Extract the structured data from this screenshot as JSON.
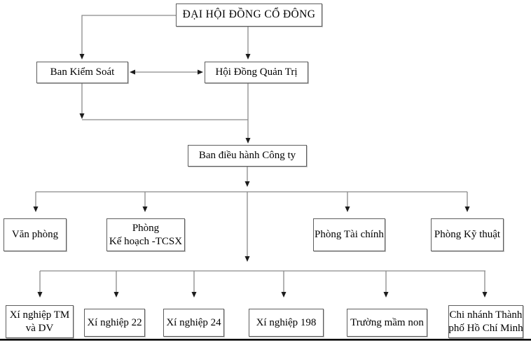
{
  "diagram": {
    "type": "org-chart",
    "language": "vi",
    "nodes": {
      "dai_hoi": {
        "id": "dai-hoi-dong-co-dong",
        "lines": [
          "ĐẠI HỘI ĐỒNG CỔ ĐÔNG"
        ]
      },
      "ban_kiem_soat": {
        "id": "ban-kiem-soat",
        "lines": [
          "Ban Kiểm Soát"
        ]
      },
      "hoi_dong": {
        "id": "hoi-dong-quan-tri",
        "lines": [
          "Hội Đồng Quản Trị"
        ]
      },
      "ban_dieu_hanh": {
        "id": "ban-dieu-hanh-cong-ty",
        "lines": [
          "Ban điều hành Công ty"
        ]
      },
      "van_phong": {
        "id": "van-phong",
        "lines": [
          "Văn phòng"
        ]
      },
      "ke_hoach": {
        "id": "phong-ke-hoach-tcsx",
        "lines": [
          "Phòng",
          "Kế hoạch -TCSX"
        ]
      },
      "tai_chinh": {
        "id": "phong-tai-chinh",
        "lines": [
          "Phòng Tài chính"
        ]
      },
      "ky_thuat": {
        "id": "phong-ky-thuat",
        "lines": [
          "Phòng Kỹ thuật"
        ]
      },
      "xn_tm_dv": {
        "id": "xi-nghiep-tm-va-dv",
        "lines": [
          "Xí nghiệp TM",
          "và DV"
        ]
      },
      "xn_22": {
        "id": "xi-nghiep-22",
        "lines": [
          "Xí nghiệp 22"
        ]
      },
      "xn_24": {
        "id": "xi-nghiep-24",
        "lines": [
          "Xí nghiệp 24"
        ]
      },
      "xn_198": {
        "id": "xi-nghiep-198",
        "lines": [
          "Xí nghiệp 198"
        ]
      },
      "mam_non": {
        "id": "truong-mam-non",
        "lines": [
          "Trường mầm non"
        ]
      },
      "chi_nhanh": {
        "id": "chi-nhanh-tp-hcm",
        "lines": [
          "Chi nhánh Thành",
          "phố Hồ Chí Minh"
        ]
      }
    },
    "edges": [
      {
        "from": "dai_hoi",
        "to": "ban_kiem_soat",
        "type": "arrow"
      },
      {
        "from": "dai_hoi",
        "to": "hoi_dong",
        "type": "arrow"
      },
      {
        "from": "ban_kiem_soat",
        "to": "hoi_dong",
        "type": "double-arrow"
      },
      {
        "from": "ban_kiem_soat",
        "to": "ban_dieu_hanh",
        "type": "arrow"
      },
      {
        "from": "hoi_dong",
        "to": "ban_dieu_hanh",
        "type": "arrow"
      },
      {
        "from": "ban_dieu_hanh",
        "to": "van_phong",
        "type": "arrow"
      },
      {
        "from": "ban_dieu_hanh",
        "to": "ke_hoach",
        "type": "arrow"
      },
      {
        "from": "ban_dieu_hanh",
        "to": "tai_chinh",
        "type": "arrow"
      },
      {
        "from": "ban_dieu_hanh",
        "to": "ky_thuat",
        "type": "arrow"
      },
      {
        "from": "ban_dieu_hanh",
        "to": "xn_tm_dv",
        "type": "arrow"
      },
      {
        "from": "ban_dieu_hanh",
        "to": "xn_22",
        "type": "arrow"
      },
      {
        "from": "ban_dieu_hanh",
        "to": "xn_24",
        "type": "arrow"
      },
      {
        "from": "ban_dieu_hanh",
        "to": "xn_198",
        "type": "arrow"
      },
      {
        "from": "ban_dieu_hanh",
        "to": "mam_non",
        "type": "arrow"
      },
      {
        "from": "ban_dieu_hanh",
        "to": "chi_nhanh",
        "type": "arrow"
      }
    ],
    "colors": {
      "line": "#8a8a8a",
      "arrowhead": "#1c1c1c",
      "box_border": "#5e5e5e",
      "bottom_rule": "#000000"
    }
  }
}
